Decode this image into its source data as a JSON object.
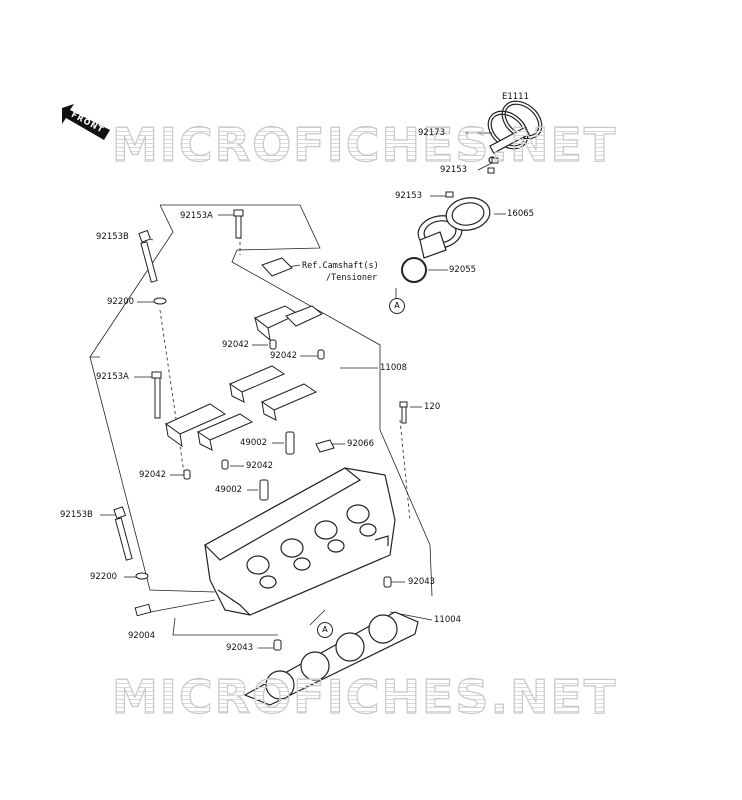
{
  "figure_code": "E1111",
  "front_label": "FRONT",
  "watermark": "MICROFICHES.NET",
  "reference_note": {
    "line1": "Ref.Camshaft(s)",
    "line2": "/Tensioner"
  },
  "callout_letter": "A",
  "parts": [
    {
      "id": "p-92173",
      "label": "92173"
    },
    {
      "id": "p-92153-top",
      "label": "92153"
    },
    {
      "id": "p-92153-mid",
      "label": "92153"
    },
    {
      "id": "p-16065",
      "label": "16065"
    },
    {
      "id": "p-92055",
      "label": "92055"
    },
    {
      "id": "p-92153A-top",
      "label": "92153A"
    },
    {
      "id": "p-92153B-top",
      "label": "92153B"
    },
    {
      "id": "p-92200-top",
      "label": "92200"
    },
    {
      "id": "p-92042-a",
      "label": "92042"
    },
    {
      "id": "p-92042-b",
      "label": "92042"
    },
    {
      "id": "p-11008",
      "label": "11008"
    },
    {
      "id": "p-92153A-mid",
      "label": "92153A"
    },
    {
      "id": "p-120",
      "label": "120"
    },
    {
      "id": "p-49002-a",
      "label": "49002"
    },
    {
      "id": "p-92066",
      "label": "92066"
    },
    {
      "id": "p-92042-c",
      "label": "92042"
    },
    {
      "id": "p-92042-d",
      "label": "92042"
    },
    {
      "id": "p-49002-b",
      "label": "49002"
    },
    {
      "id": "p-92153B-low",
      "label": "92153B"
    },
    {
      "id": "p-92200-low",
      "label": "92200"
    },
    {
      "id": "p-92043-a",
      "label": "92043"
    },
    {
      "id": "p-92004",
      "label": "92004"
    },
    {
      "id": "p-11004",
      "label": "11004"
    },
    {
      "id": "p-92043-b",
      "label": "92043"
    }
  ]
}
